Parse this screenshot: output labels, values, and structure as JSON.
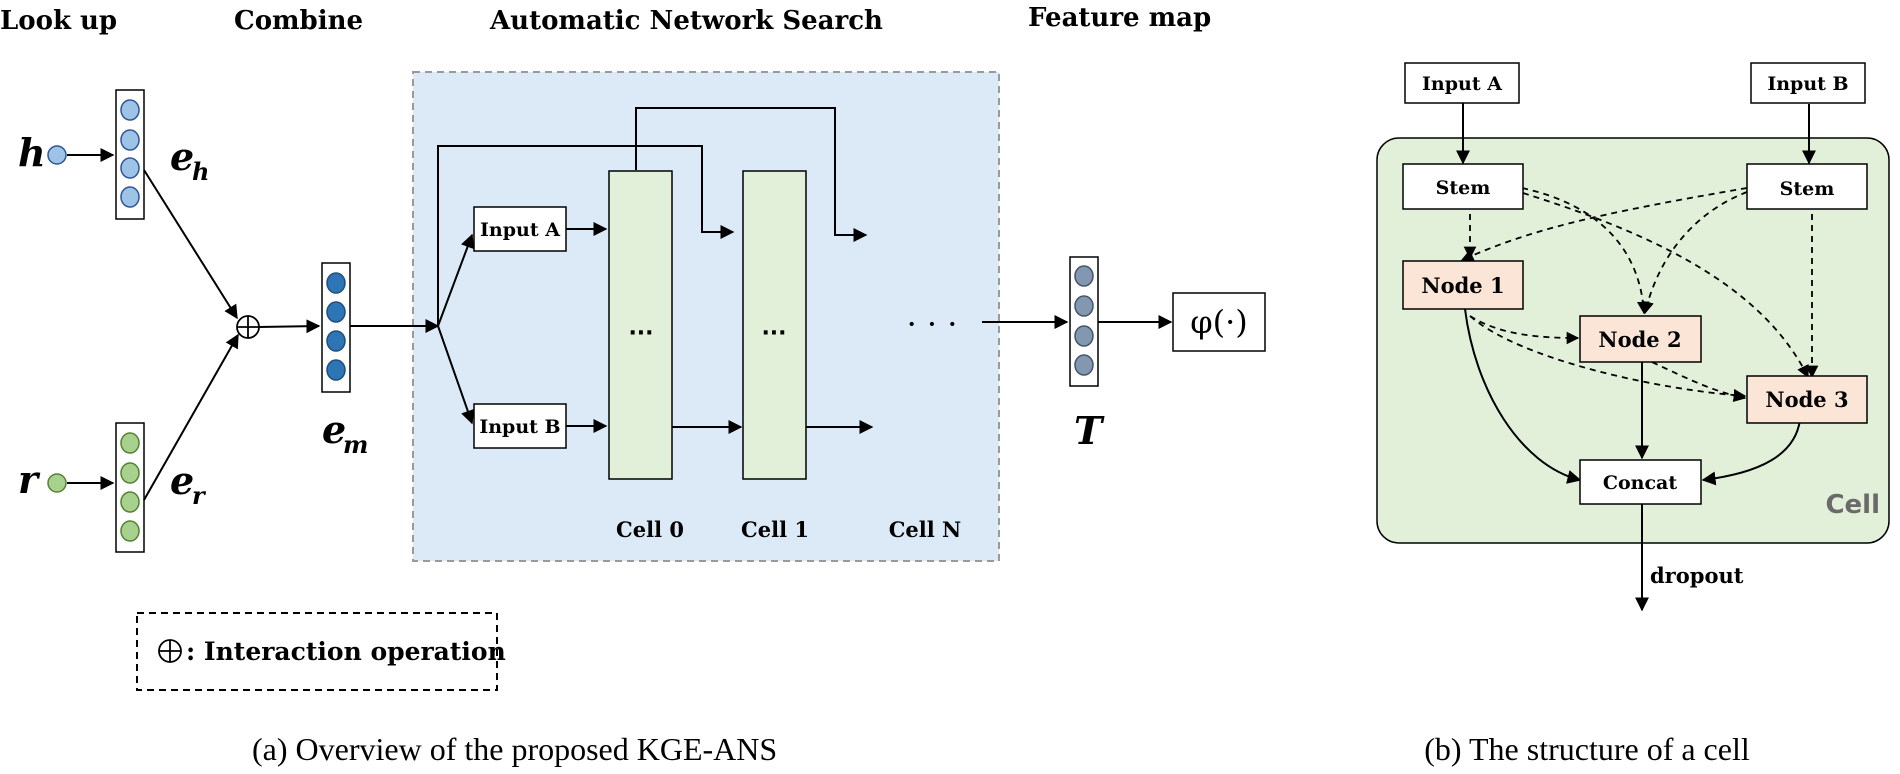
{
  "panel_a": {
    "headers": {
      "look_up": "Look up",
      "combine": "Combine",
      "search": "Automatic Network Search",
      "feature_map": "Feature map"
    },
    "symbols": {
      "h": "h",
      "r": "r",
      "e": "e",
      "h_sub": "h",
      "r_sub": "r",
      "m_sub": "m",
      "T": "T",
      "phi": "φ(·)"
    },
    "input_a": "Input A",
    "input_b": "Input B",
    "cell_dots": "···",
    "cells": [
      "Cell 0",
      "Cell 1",
      "Cell N"
    ],
    "ellipsis": "· · ·",
    "legend": ": Interaction operation",
    "caption": "(a) Overview of the proposed KGE-ANS",
    "colors": {
      "search_bg": "#dce9f7",
      "cell_fill": "#e2f0d9",
      "h_node": "#9dc3e6",
      "em_node": "#2e75b6",
      "r_node": "#a9d18e",
      "T_node": "#8497b0"
    }
  },
  "panel_b": {
    "input_a": "Input A",
    "input_b": "Input B",
    "stem": "Stem",
    "nodes": [
      "Node 1",
      "Node 2",
      "Node 3"
    ],
    "concat": "Concat",
    "cell_label": "Cell",
    "dropout": "dropout",
    "caption": "(b) The structure of a cell",
    "colors": {
      "cell_bg": "#e2efd9",
      "node_fill": "#fbe5d6"
    }
  }
}
